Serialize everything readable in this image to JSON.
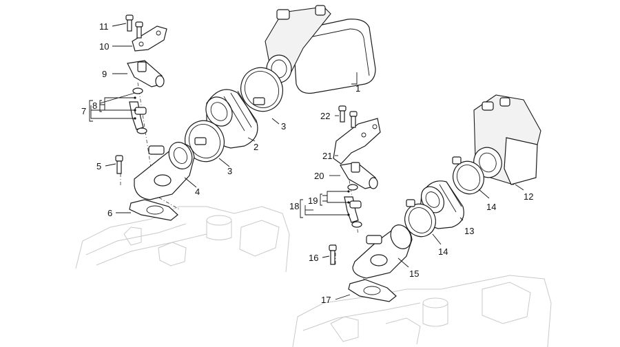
{
  "left_assembly": {
    "callouts": [
      {
        "id": "l1",
        "text": "1"
      },
      {
        "id": "l2",
        "text": "2"
      },
      {
        "id": "l3a",
        "text": "3"
      },
      {
        "id": "l3b",
        "text": "3"
      },
      {
        "id": "l4",
        "text": "4"
      },
      {
        "id": "l5",
        "text": "5"
      },
      {
        "id": "l6",
        "text": "6"
      },
      {
        "id": "l7",
        "text": "7"
      },
      {
        "id": "l8",
        "text": "8"
      },
      {
        "id": "l9",
        "text": "9"
      },
      {
        "id": "l10",
        "text": "10"
      },
      {
        "id": "l11",
        "text": "11"
      }
    ]
  },
  "right_assembly": {
    "callouts": [
      {
        "id": "r12",
        "text": "12"
      },
      {
        "id": "r13",
        "text": "13"
      },
      {
        "id": "r14a",
        "text": "14"
      },
      {
        "id": "r14b",
        "text": "14"
      },
      {
        "id": "r15",
        "text": "15"
      },
      {
        "id": "r16",
        "text": "16"
      },
      {
        "id": "r17",
        "text": "17"
      },
      {
        "id": "r18",
        "text": "18"
      },
      {
        "id": "r19",
        "text": "19"
      },
      {
        "id": "r20",
        "text": "20"
      },
      {
        "id": "r21",
        "text": "21"
      },
      {
        "id": "r22",
        "text": "22"
      }
    ]
  }
}
